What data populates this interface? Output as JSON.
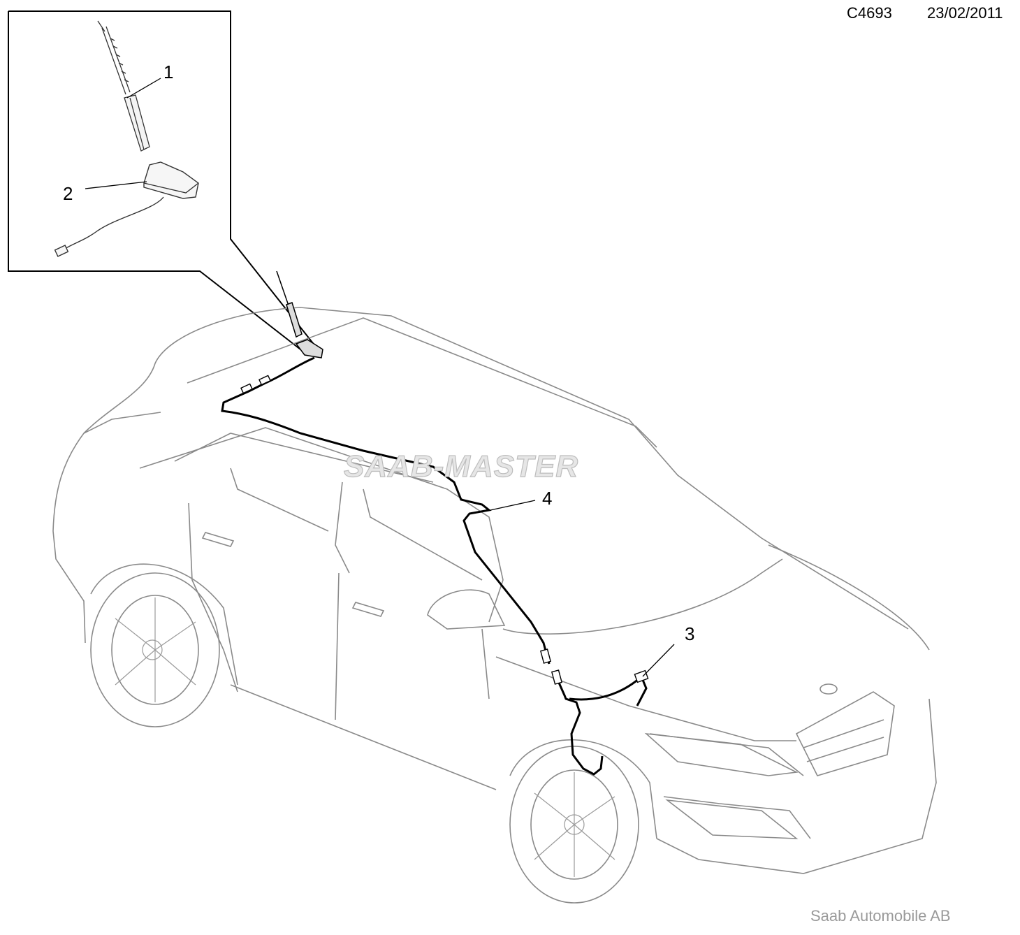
{
  "header": {
    "code": "C4693",
    "date": "23/02/2011"
  },
  "watermark": "SAAB-MASTER",
  "footer": "Saab Automobile AB",
  "callouts": [
    {
      "label": "1"
    },
    {
      "label": "2"
    },
    {
      "label": "3"
    },
    {
      "label": "4"
    }
  ],
  "colors": {
    "line": "#000000",
    "car_outline": "#8a8a8a",
    "footer_text": "#9a9a9a"
  }
}
